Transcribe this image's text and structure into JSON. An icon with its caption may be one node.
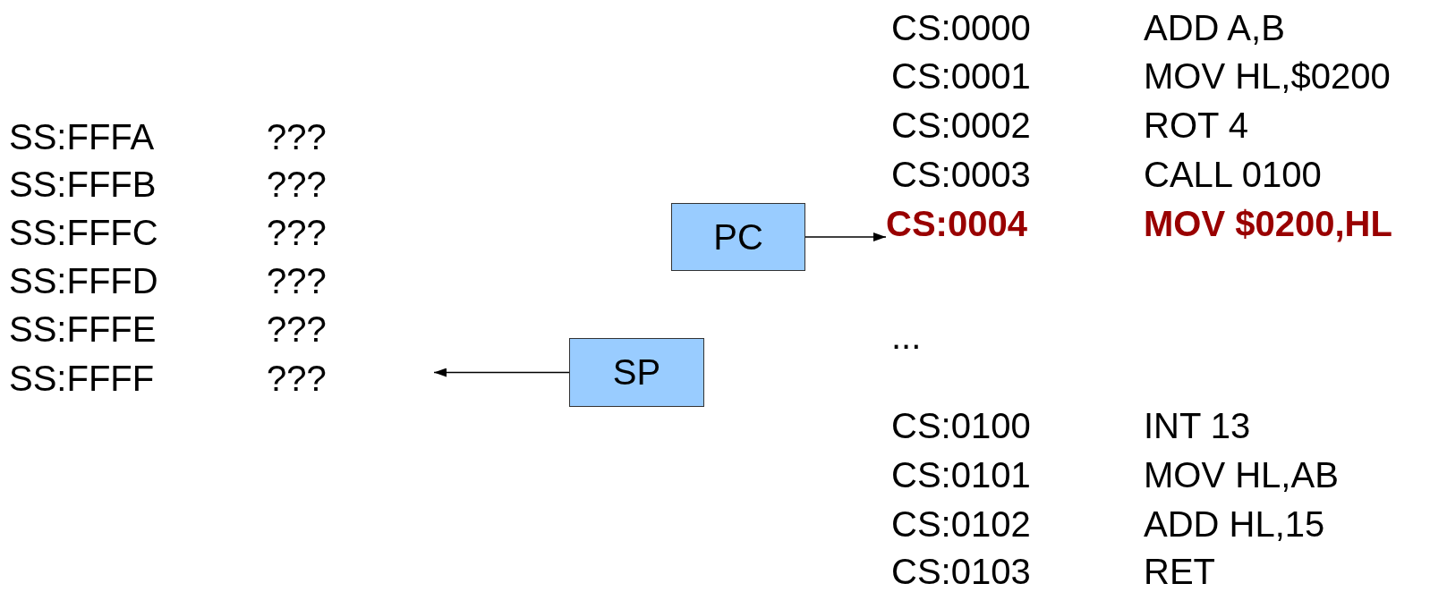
{
  "diagram": {
    "nodes": [
      {
        "text": [
          "PC"
        ]
      },
      {
        "text": [
          "SP"
        ]
      },
      {
        "text": [
          "CS:0004",
          "MOV $0200,HL"
        ]
      },
      {
        "text": [
          "SS:FFFF",
          "???"
        ]
      }
    ],
    "edges": [
      {
        "from": 0,
        "to": 2,
        "arrow": "to"
      },
      {
        "from": 1,
        "to": 3,
        "arrow": "to"
      }
    ],
    "labels": [
      "CS:0000",
      "ADD A,B",
      "CS:0001",
      "MOV HL,$0200",
      "SS:FFFA",
      "???",
      "CS:0002",
      "ROT 4",
      "SS:FFFB",
      "???",
      "CS:0003",
      "CALL 0100",
      "SS:FFFC",
      "???",
      "SS:FFFD",
      "???",
      "...",
      "SS:FFFE",
      "???",
      "CS:0100",
      "INT 13",
      "CS:0101",
      "MOV HL,AB",
      "CS:0102",
      "ADD HL,15",
      "CS:0103",
      "RET"
    ]
  }
}
